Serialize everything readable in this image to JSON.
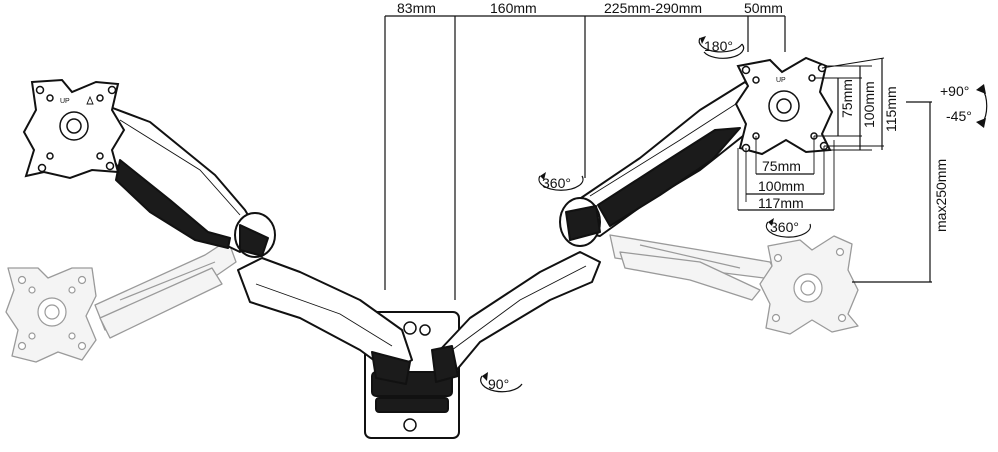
{
  "dimensions": {
    "top_83": "83mm",
    "top_160": "160mm",
    "top_225_290": "225mm-290mm",
    "top_50": "50mm",
    "vesa_h_75": "75mm",
    "vesa_h_100": "100mm",
    "vesa_h_117": "117mm",
    "vesa_v_75": "75mm",
    "vesa_v_100": "100mm",
    "vesa_v_115": "115mm",
    "height_max": "max250mm"
  },
  "rotations": {
    "rot_180": "180°",
    "rot_360_arm": "360°",
    "rot_360_plate": "360°",
    "rot_90_base": "90°",
    "tilt_up": "+90°",
    "tilt_down": "-45°"
  },
  "plate_marks": {
    "up_left": "UP",
    "up_right": "UP"
  },
  "colors": {
    "ink": "#111111",
    "ghost": "#9a9a9a",
    "background": "#ffffff"
  }
}
